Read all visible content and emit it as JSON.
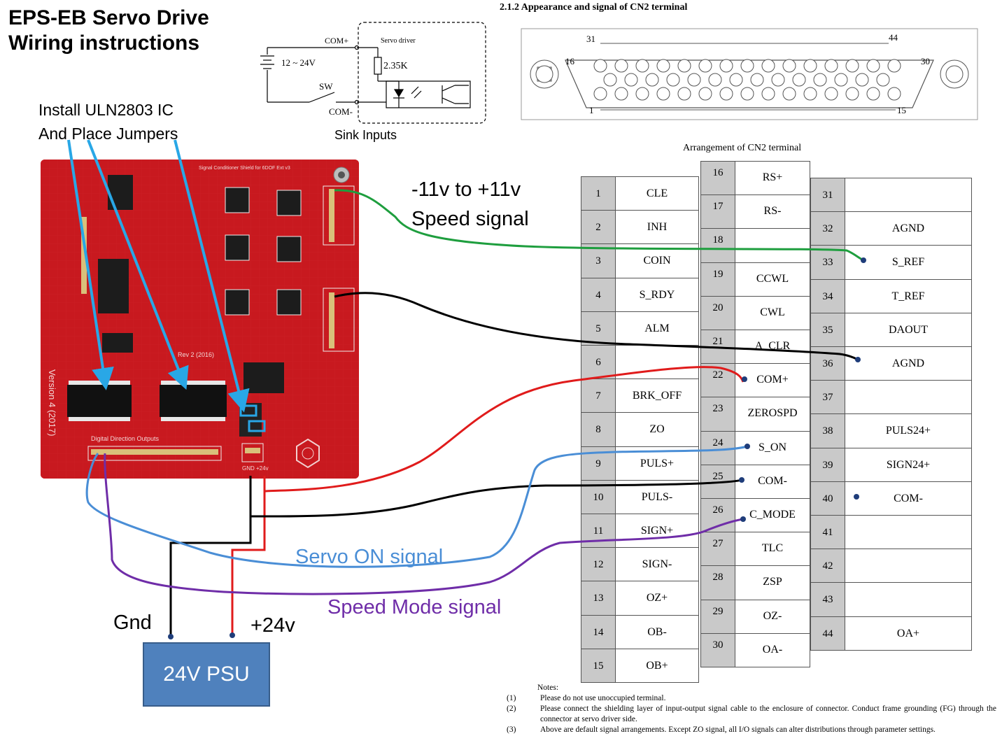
{
  "title": "EPS-EB Servo Drive\nWiring instructions",
  "install_note": {
    "line1": "Install ULN2803 IC",
    "line2": "And Place Jumpers"
  },
  "sink": {
    "com_plus": "COM+",
    "supply": "12 ~ 24V",
    "sw": "SW",
    "com_minus": "COM-",
    "servo_driver": "Servo driver",
    "resistor": "2.35K",
    "caption": "Sink Inputs"
  },
  "connector": {
    "heading": "2.1.2 Appearance and signal of CN2 terminal",
    "pin31": "31",
    "pin44": "44",
    "pin16": "16",
    "pin30": "30",
    "pin1": "1",
    "pin15": "15"
  },
  "table": {
    "heading": "Arrangement of CN2 terminal",
    "col1": [
      {
        "n": "1",
        "s": "CLE"
      },
      {
        "n": "2",
        "s": "INH"
      },
      {
        "n": "3",
        "s": "COIN"
      },
      {
        "n": "4",
        "s": "S_RDY"
      },
      {
        "n": "5",
        "s": "ALM"
      },
      {
        "n": "6",
        "s": ""
      },
      {
        "n": "7",
        "s": "BRK_OFF"
      },
      {
        "n": "8",
        "s": "ZO"
      },
      {
        "n": "9",
        "s": "PULS+"
      },
      {
        "n": "10",
        "s": "PULS-"
      },
      {
        "n": "11",
        "s": "SIGN+"
      },
      {
        "n": "12",
        "s": "SIGN-"
      },
      {
        "n": "13",
        "s": "OZ+"
      },
      {
        "n": "14",
        "s": "OB-"
      },
      {
        "n": "15",
        "s": "OB+"
      }
    ],
    "col2": [
      {
        "n": "16",
        "s": "RS+"
      },
      {
        "n": "17",
        "s": "RS-"
      },
      {
        "n": "18",
        "s": ""
      },
      {
        "n": "19",
        "s": "CCWL"
      },
      {
        "n": "20",
        "s": "CWL"
      },
      {
        "n": "21",
        "s": "A_CLR"
      },
      {
        "n": "22",
        "s": "COM+"
      },
      {
        "n": "23",
        "s": "ZEROSPD"
      },
      {
        "n": "24",
        "s": "S_ON"
      },
      {
        "n": "25",
        "s": "COM-"
      },
      {
        "n": "26",
        "s": "C_MODE"
      },
      {
        "n": "27",
        "s": "TLC"
      },
      {
        "n": "28",
        "s": "ZSP"
      },
      {
        "n": "29",
        "s": "OZ-"
      },
      {
        "n": "30",
        "s": "OA-"
      }
    ],
    "col3": [
      {
        "n": "31",
        "s": ""
      },
      {
        "n": "32",
        "s": "AGND"
      },
      {
        "n": "33",
        "s": "S_REF"
      },
      {
        "n": "34",
        "s": "T_REF"
      },
      {
        "n": "35",
        "s": "DAOUT"
      },
      {
        "n": "36",
        "s": "AGND"
      },
      {
        "n": "37",
        "s": ""
      },
      {
        "n": "38",
        "s": "PULS24+"
      },
      {
        "n": "39",
        "s": "SIGN24+"
      },
      {
        "n": "40",
        "s": "COM-"
      },
      {
        "n": "41",
        "s": ""
      },
      {
        "n": "42",
        "s": ""
      },
      {
        "n": "43",
        "s": ""
      },
      {
        "n": "44",
        "s": "OA+"
      }
    ]
  },
  "labels": {
    "speed_signal_1": "-11v to +11v",
    "speed_signal_2": "Speed signal",
    "servo_on": "Servo ON signal",
    "speed_mode": "Speed Mode signal",
    "gnd": "Gnd",
    "plus24": "+24v",
    "psu": "24V PSU"
  },
  "pcb": {
    "title": "Signal Conditioner Shield for 6DOF Ext v3",
    "version": "Version 4 (2017)",
    "rev": "Rev 2 (2016)",
    "outputs": "Digital Direction Outputs",
    "power": "GND +24v"
  },
  "notes": {
    "heading": "Notes:",
    "items": [
      {
        "n": "(1)",
        "t": "Please do not use unoccupied terminal."
      },
      {
        "n": "(2)",
        "t": "Please connect the shielding layer of input-output signal cable to the enclosure of connector. Conduct frame grounding (FG)   through the connector at servo driver side."
      },
      {
        "n": "(3)",
        "t": "Above are default signal arrangements. Except ZO signal,  all I/O signals can alter distributions through parameter settings."
      }
    ]
  },
  "colors": {
    "speed": "#1e9e3e",
    "gnd_wire": "#000000",
    "power": "#e01b1b",
    "servo_on": "#4a8ed6",
    "speed_mode": "#6f2da8",
    "arrow": "#29a7e6",
    "psu": "#4f81bd"
  }
}
